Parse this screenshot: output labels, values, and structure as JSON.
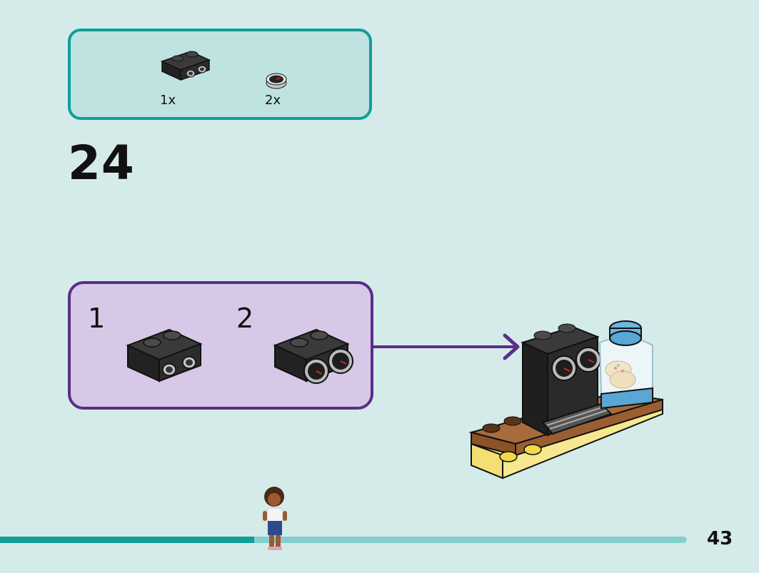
{
  "parts_list": {
    "items": [
      {
        "part": "bracket-plate-icon",
        "quantity": "1x"
      },
      {
        "part": "round-gauge-tile-icon",
        "quantity": "2x"
      }
    ]
  },
  "step": {
    "number": "24"
  },
  "sub_steps": [
    {
      "number": "1"
    },
    {
      "number": "2"
    }
  ],
  "page": {
    "number": "43"
  },
  "colors": {
    "background": "#d5ebea",
    "parts_box_border": "#119e99",
    "sub_box_border": "#5b2d8a",
    "progress_fill": "#119e99",
    "progress_track": "#84cfcc"
  },
  "progress": {
    "fraction": 0.37
  }
}
